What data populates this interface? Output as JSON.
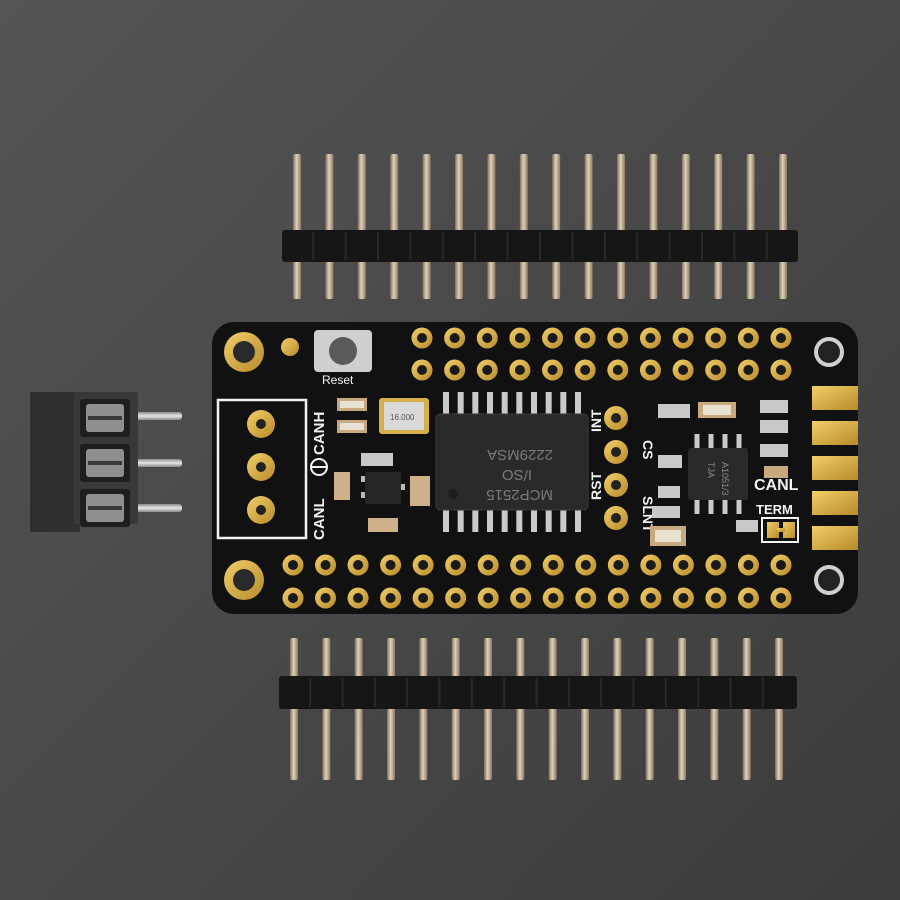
{
  "photo": {
    "subject": "CAN bus FeatherWing board with header pins and terminal block",
    "colors": {
      "background": "#4a4a4a",
      "pcb": "#111111",
      "gold": "#d8b04a",
      "silkscreen": "#f2f2f2",
      "header_plastic": "#161616",
      "pin_metal": "#b9a78c",
      "terminal_block": "#2f2f2f",
      "chip": "#2a2a2a"
    }
  },
  "header_top": {
    "pin_count": 16
  },
  "header_bottom": {
    "pin_count": 16
  },
  "terminal_block": {
    "positions": 3
  },
  "board": {
    "reset_label": "Reset",
    "canh_label": "CANH",
    "canl_left_label": "CANL",
    "int_label": "INT",
    "cs_label": "CS",
    "rst_label": "RST",
    "slnt_label": "SLNT",
    "canl_right_label": "CANL",
    "term_label": "TERM",
    "chip_main_line1": "MCP2515",
    "chip_main_line2": "I/SO",
    "chip_main_line3": "2229MSA",
    "chip_small_line1": "TJA",
    "chip_small_line2": "A1051/3",
    "crystal_label": "16.000",
    "top_pad_row_count": 12,
    "bottom_pad_row_count": 16
  }
}
